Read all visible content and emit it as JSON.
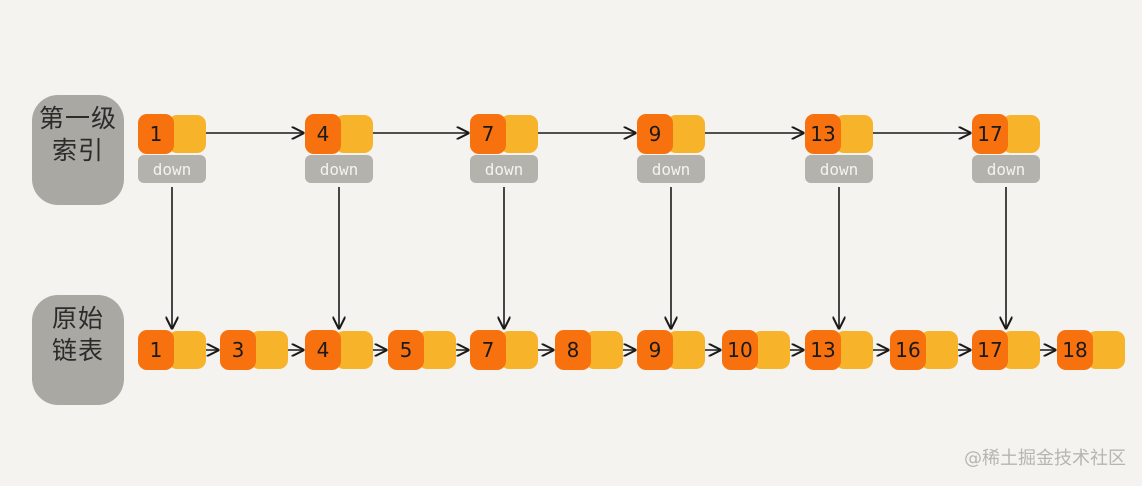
{
  "labels": {
    "index_line1": "第一级",
    "index_line2": "索引",
    "base_line1": "原始",
    "base_line2": "链表"
  },
  "index_level": {
    "keys": [
      "1",
      "4",
      "7",
      "9",
      "13",
      "17"
    ],
    "down_label": "down"
  },
  "base_list": {
    "keys": [
      "1",
      "3",
      "4",
      "5",
      "7",
      "8",
      "9",
      "10",
      "13",
      "16",
      "17",
      "18"
    ],
    "tail_null": true
  },
  "watermark": "@稀土掘金技术社区",
  "colors": {
    "background": "#f4f3ef",
    "key_cell": "#f7710f",
    "pointer_cell": "#f7b42b",
    "label_bg": "#a9a8a2",
    "down_bg": "#b3b2ac",
    "arrow": "#1a1a1a"
  }
}
